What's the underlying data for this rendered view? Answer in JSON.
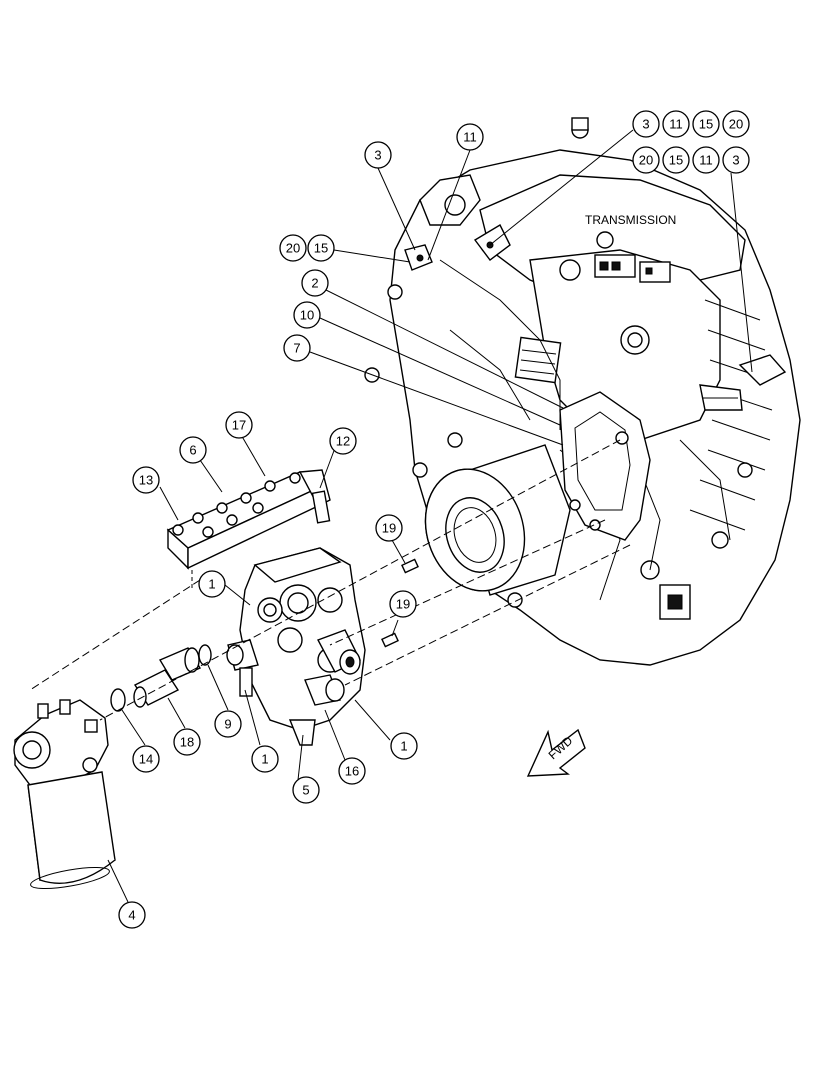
{
  "diagram": {
    "component_label": "TRANSMISSION",
    "direction_label": "FWD",
    "callouts": {
      "c1a": "1",
      "c1b": "1",
      "c1c": "1",
      "c2": "2",
      "c3a": "3",
      "c3b": "3",
      "c3c": "3",
      "c4": "4",
      "c5": "5",
      "c6": "6",
      "c7": "7",
      "c9": "9",
      "c10": "10",
      "c11a": "11",
      "c11b": "11",
      "c11c": "11",
      "c12": "12",
      "c13": "13",
      "c14": "14",
      "c15a": "15",
      "c15b": "15",
      "c15c": "15",
      "c16": "16",
      "c17": "17",
      "c18": "18",
      "c19a": "19",
      "c19b": "19",
      "c20a": "20",
      "c20b": "20",
      "c20c": "20"
    }
  }
}
